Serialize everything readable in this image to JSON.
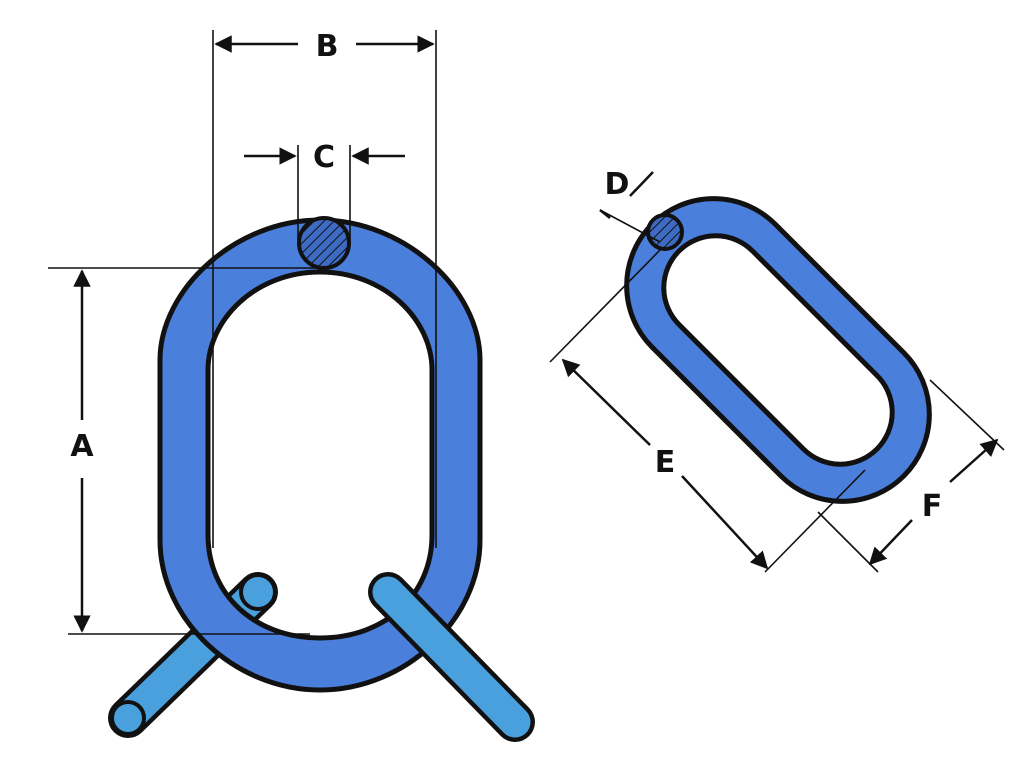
{
  "diagram": {
    "colors": {
      "link": "#4a7fdc",
      "outline": "#111111",
      "sub_link": "#4aa0dc",
      "hatch": "#3d6bc4",
      "background": "#ffffff"
    },
    "labels": {
      "A": "A",
      "B": "B",
      "C": "C",
      "D": "D",
      "E": "E",
      "F": "F"
    }
  }
}
